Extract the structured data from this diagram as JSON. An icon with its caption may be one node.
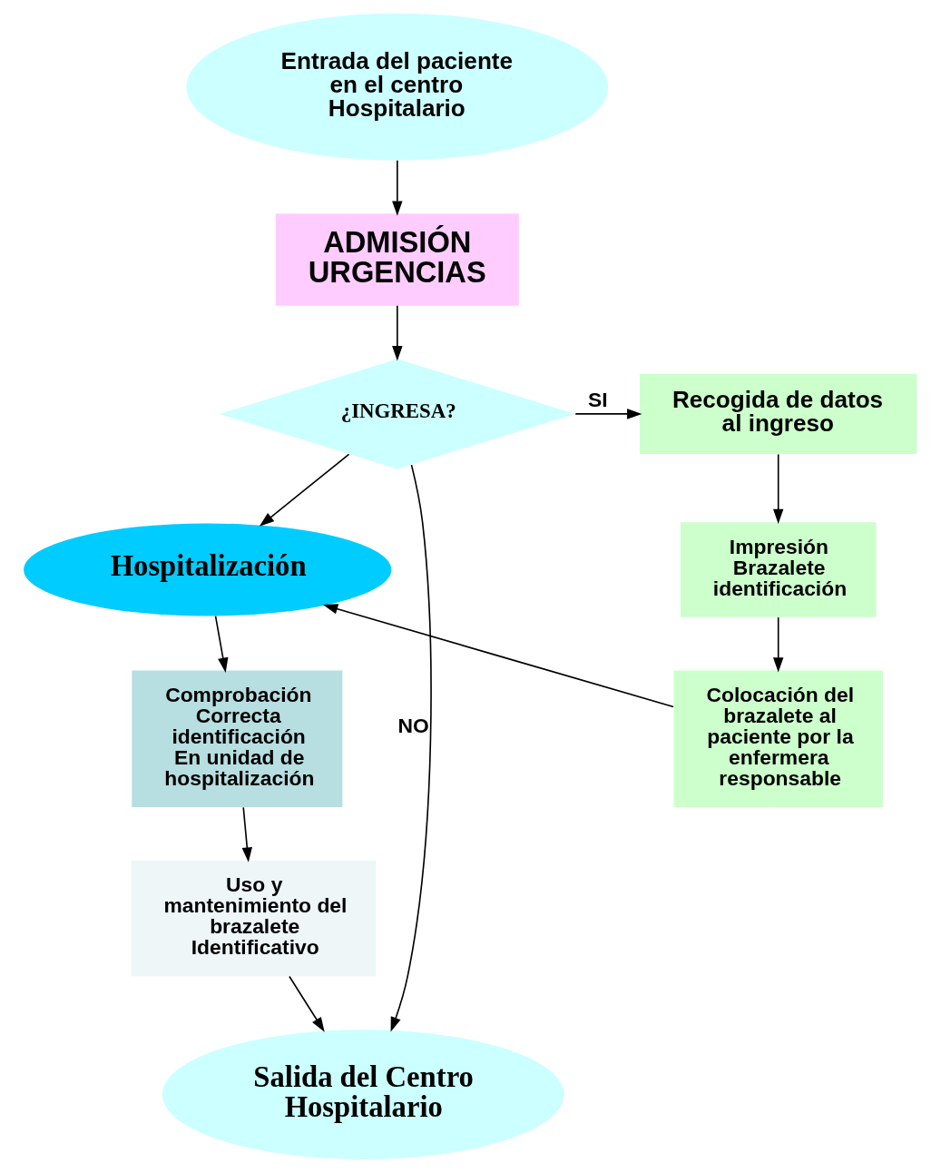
{
  "diagram": {
    "nodes": [
      {
        "text": [
          "Entrada del paciente en el centro Hospitalario"
        ]
      },
      {
        "text": [
          "ADMISIÓN URGENCIAS"
        ]
      },
      {
        "text": [
          "¿INGRESA?"
        ]
      },
      {
        "text": [
          "Recogida de datos al ingreso"
        ]
      },
      {
        "text": [
          "Impresión Brazalete identificación"
        ]
      },
      {
        "text": [
          "Colocación del brazalete al paciente por la enfermera responsable"
        ]
      },
      {
        "text": [
          "Hospitalización"
        ]
      },
      {
        "text": [
          "Comprobación Correcta identificación En unidad de hospitalización"
        ]
      },
      {
        "text": [
          "Uso y mantenimiento del brazalete Identificativo"
        ]
      },
      {
        "text": [
          "Salida del Centro Hospitalario"
        ]
      }
    ],
    "edges": [
      {
        "from": 0,
        "to": 1,
        "arrow": "to"
      },
      {
        "from": 1,
        "to": 2,
        "arrow": "to"
      },
      {
        "from": 2,
        "to": 3,
        "arrow": "to",
        "label": "SI"
      },
      {
        "from": 2,
        "to": 6,
        "arrow": "to"
      },
      {
        "from": 2,
        "to": 9,
        "arrow": "to",
        "label": "NO"
      },
      {
        "from": 3,
        "to": 4,
        "arrow": "to"
      },
      {
        "from": 4,
        "to": 5,
        "arrow": "to"
      },
      {
        "from": 5,
        "to": 6,
        "arrow": "to"
      },
      {
        "from": 6,
        "to": 7,
        "arrow": "to"
      },
      {
        "from": 7,
        "to": 8,
        "arrow": "to"
      },
      {
        "from": 8,
        "to": 9,
        "arrow": "to"
      }
    ]
  }
}
